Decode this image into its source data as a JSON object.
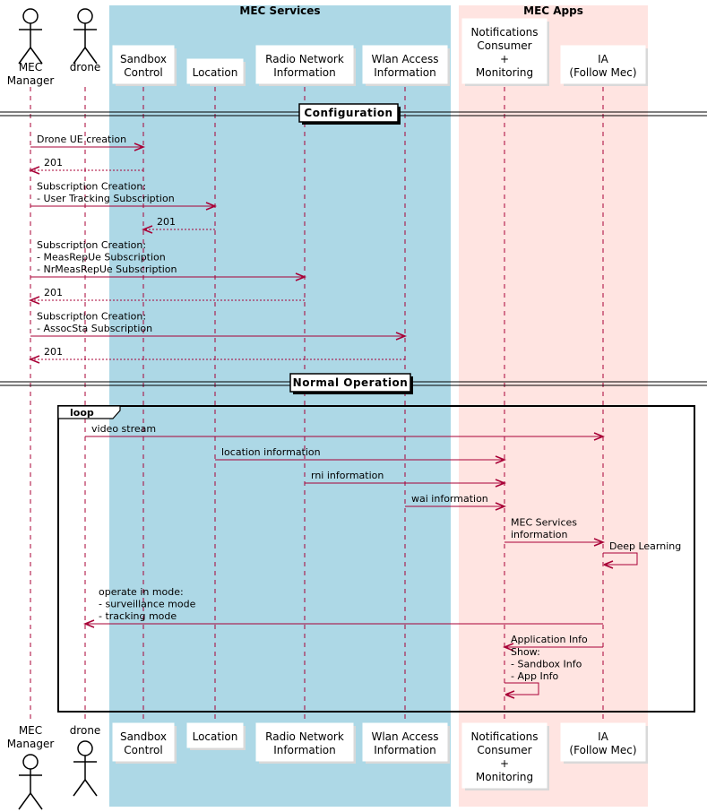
{
  "boxes": [
    {
      "id": "mec-services",
      "title": "MEC Services",
      "color": "#ADD8E6"
    },
    {
      "id": "mec-apps",
      "title": "MEC Apps",
      "color": "#FFE4E1"
    }
  ],
  "participants": [
    {
      "id": "mec-manager",
      "kind": "actor",
      "lines": [
        "MEC",
        "Manager"
      ]
    },
    {
      "id": "drone",
      "kind": "actor",
      "lines": [
        "drone"
      ]
    },
    {
      "id": "sandbox-control",
      "kind": "box",
      "lines": [
        "Sandbox",
        "Control"
      ]
    },
    {
      "id": "location",
      "kind": "box",
      "lines": [
        "Location"
      ]
    },
    {
      "id": "radio-network-information",
      "kind": "box",
      "lines": [
        "Radio Network",
        "Information"
      ]
    },
    {
      "id": "wlan-access-information",
      "kind": "box",
      "lines": [
        "Wlan Access",
        "Information"
      ]
    },
    {
      "id": "notifications-consumer-monitoring",
      "kind": "box",
      "lines": [
        "Notifications",
        "Consumer",
        "+",
        "Monitoring"
      ]
    },
    {
      "id": "ia-follow-mec",
      "kind": "box",
      "lines": [
        "IA",
        "(Follow Mec)"
      ]
    }
  ],
  "dividers": [
    {
      "id": "configuration",
      "label": "Configuration"
    },
    {
      "id": "normal-operation",
      "label": "Normal Operation"
    }
  ],
  "loop": {
    "label": "loop"
  },
  "messages": [
    {
      "id": "drone-ue-creation",
      "from": "mec-manager",
      "to": "sandbox-control",
      "dashed": false,
      "lines": [
        "Drone UE creation"
      ]
    },
    {
      "id": "sandbox-201",
      "from": "sandbox-control",
      "to": "mec-manager",
      "dashed": true,
      "lines": [
        "201"
      ]
    },
    {
      "id": "location-subscription",
      "from": "mec-manager",
      "to": "location",
      "dashed": false,
      "lines": [
        "Subscription Creation:",
        " - User Tracking Subscription"
      ]
    },
    {
      "id": "location-201",
      "from": "location",
      "to": "sandbox-control",
      "dashed": true,
      "lines": [
        "201"
      ]
    },
    {
      "id": "rni-subscription",
      "from": "mec-manager",
      "to": "radio-network-information",
      "dashed": false,
      "lines": [
        "Subscription Creation:",
        " - MeasRepUe Subscription",
        " - NrMeasRepUe Subscription"
      ]
    },
    {
      "id": "rni-201",
      "from": "radio-network-information",
      "to": "mec-manager",
      "dashed": true,
      "lines": [
        "201"
      ]
    },
    {
      "id": "wai-subscription",
      "from": "mec-manager",
      "to": "wlan-access-information",
      "dashed": false,
      "lines": [
        "Subscription Creation:",
        " - AssocSta Subscription"
      ]
    },
    {
      "id": "wai-201",
      "from": "wlan-access-information",
      "to": "mec-manager",
      "dashed": true,
      "lines": [
        "201"
      ]
    },
    {
      "id": "video-stream",
      "from": "drone",
      "to": "ia-follow-mec",
      "dashed": false,
      "lines": [
        "video stream"
      ]
    },
    {
      "id": "location-information",
      "from": "location",
      "to": "notifications-consumer-monitoring",
      "dashed": false,
      "lines": [
        "location information"
      ]
    },
    {
      "id": "rni-information",
      "from": "radio-network-information",
      "to": "notifications-consumer-monitoring",
      "dashed": false,
      "lines": [
        "rni information"
      ]
    },
    {
      "id": "wai-information",
      "from": "wlan-access-information",
      "to": "notifications-consumer-monitoring",
      "dashed": false,
      "lines": [
        "wai information"
      ]
    },
    {
      "id": "mec-services-information",
      "from": "notifications-consumer-monitoring",
      "to": "ia-follow-mec",
      "dashed": false,
      "lines": [
        "MEC Services",
        "information"
      ]
    },
    {
      "id": "deep-learning",
      "from": "ia-follow-mec",
      "to": "ia-follow-mec",
      "dashed": false,
      "lines": [
        "Deep Learning"
      ]
    },
    {
      "id": "operate-in-mode",
      "from": "ia-follow-mec",
      "to": "drone",
      "dashed": false,
      "lines": [
        "operate in mode:",
        " - surveillance mode",
        " - tracking mode"
      ]
    },
    {
      "id": "application-info",
      "from": "ia-follow-mec",
      "to": "notifications-consumer-monitoring",
      "dashed": false,
      "lines": [
        "Application Info"
      ]
    },
    {
      "id": "show-info",
      "from": "notifications-consumer-monitoring",
      "to": "notifications-consumer-monitoring",
      "dashed": false,
      "lines": [
        "Show:",
        " - Sandbox Info",
        " - App Info"
      ]
    }
  ],
  "colors": {
    "arrow": "#A80036",
    "lifeline": "#A80036",
    "box_border": "#000000"
  }
}
